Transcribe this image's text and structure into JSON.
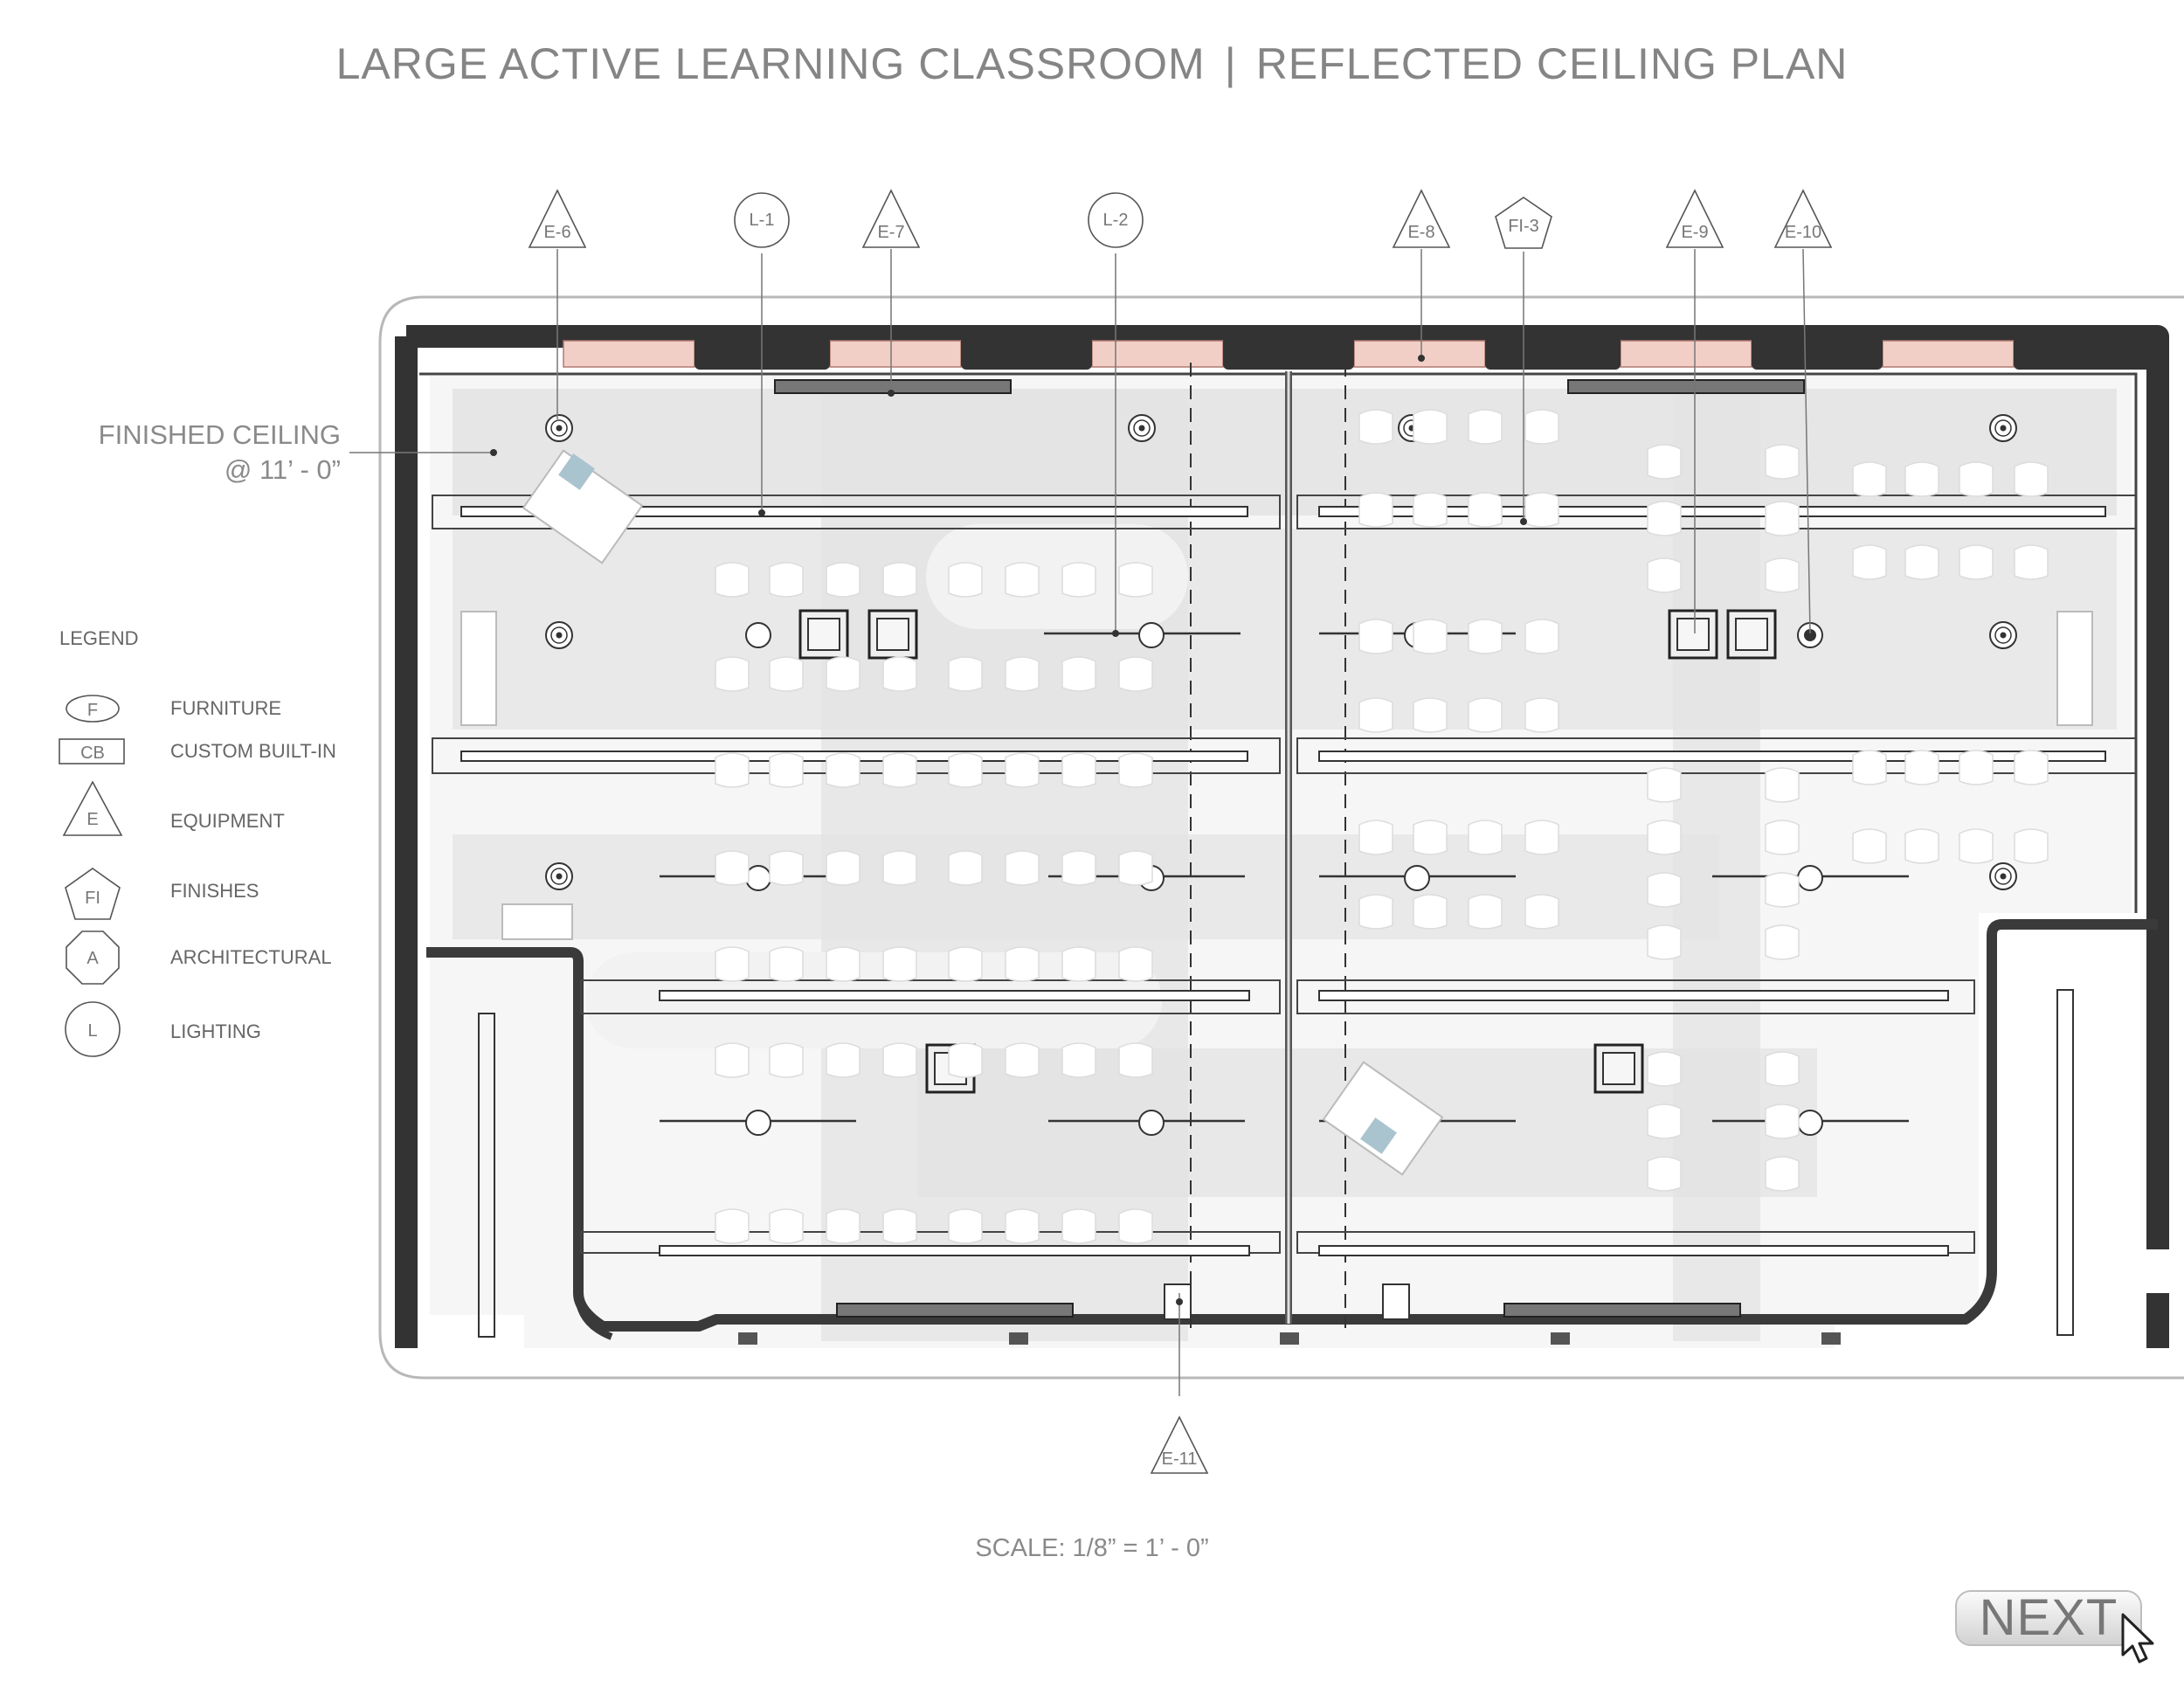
{
  "title": {
    "left": "LARGE ACTIVE LEARNING CLASSROOM",
    "separator": "|",
    "right": "REFLECTED CEILING PLAN"
  },
  "ceiling_note": {
    "line1": "FINISHED CEILING",
    "line2": "@ 11’ - 0”"
  },
  "legend": {
    "title": "LEGEND",
    "items": [
      {
        "symbol": "F",
        "shape": "ellipse",
        "label": "FURNITURE"
      },
      {
        "symbol": "CB",
        "shape": "rectangle",
        "label": "CUSTOM BUILT-IN"
      },
      {
        "symbol": "E",
        "shape": "triangle",
        "label": "EQUIPMENT"
      },
      {
        "symbol": "FI",
        "shape": "pentagon",
        "label": "FINISHES"
      },
      {
        "symbol": "A",
        "shape": "octagon",
        "label": "ARCHITECTURAL"
      },
      {
        "symbol": "L",
        "shape": "circle",
        "label": "LIGHTING"
      }
    ]
  },
  "callouts": {
    "e6": "E-6",
    "l1": "L-1",
    "e7": "E-7",
    "l2": "L-2",
    "e8": "E-8",
    "fi3": "FI-3",
    "e9": "E-9",
    "e10": "E-10",
    "e11": "E-11"
  },
  "scale": "SCALE:  1/8” = 1’ - 0”",
  "next_button": "NEXT",
  "colors": {
    "wall": "#3d3d3d",
    "window": "#f2cfc6",
    "floor_shade": "#e1e1e1",
    "text": "#777777"
  }
}
